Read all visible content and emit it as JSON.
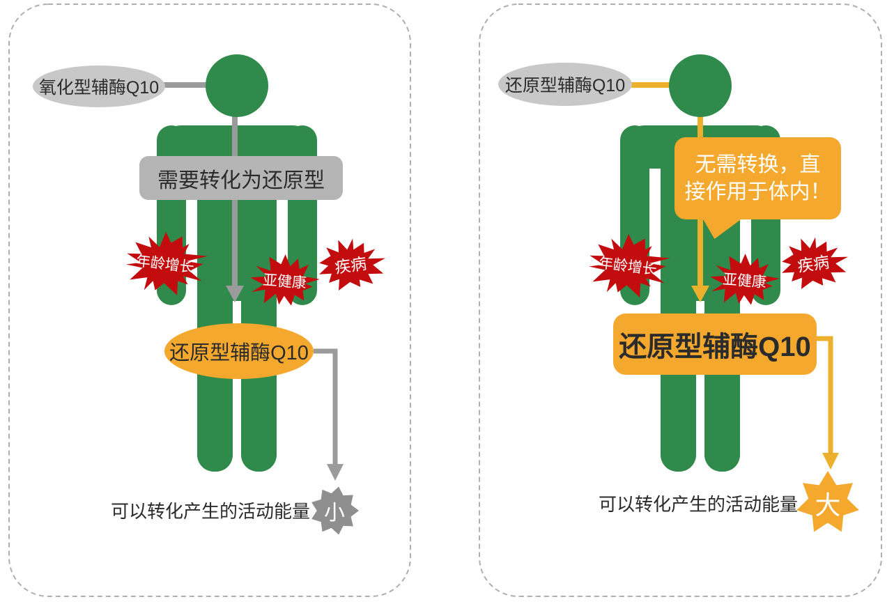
{
  "left_panel": {
    "source_label": "氧化型辅酶Q10",
    "conversion_note": "需要转化为还原型",
    "stress_factors": [
      "年龄增长",
      "亚健康",
      "疾病"
    ],
    "result_label": "还原型辅酶Q10",
    "energy_caption": "可以转化产生的活动能量",
    "energy_level": "小"
  },
  "right_panel": {
    "source_label": "还原型辅酶Q10",
    "bubble_lines": [
      "无需转换，直",
      "接作用于体内！"
    ],
    "stress_factors": [
      "年龄增长",
      "亚健康",
      "疾病"
    ],
    "result_label": "还原型辅酶Q10",
    "energy_caption": "可以转化产生的活动能量",
    "energy_level": "大"
  },
  "colors": {
    "green": "#2f8a4b",
    "gray_line": "#9b9b9b",
    "gray_ellipse": "#c8c8c8",
    "gray_box": "#b5b5b5",
    "gray_star": "#8f8f8f",
    "red": "#c20c0e",
    "orange": "#f4a92e",
    "orange_line": "#ecb02c",
    "text_dark": "#2b2b2b",
    "border": "#aeaeae"
  }
}
